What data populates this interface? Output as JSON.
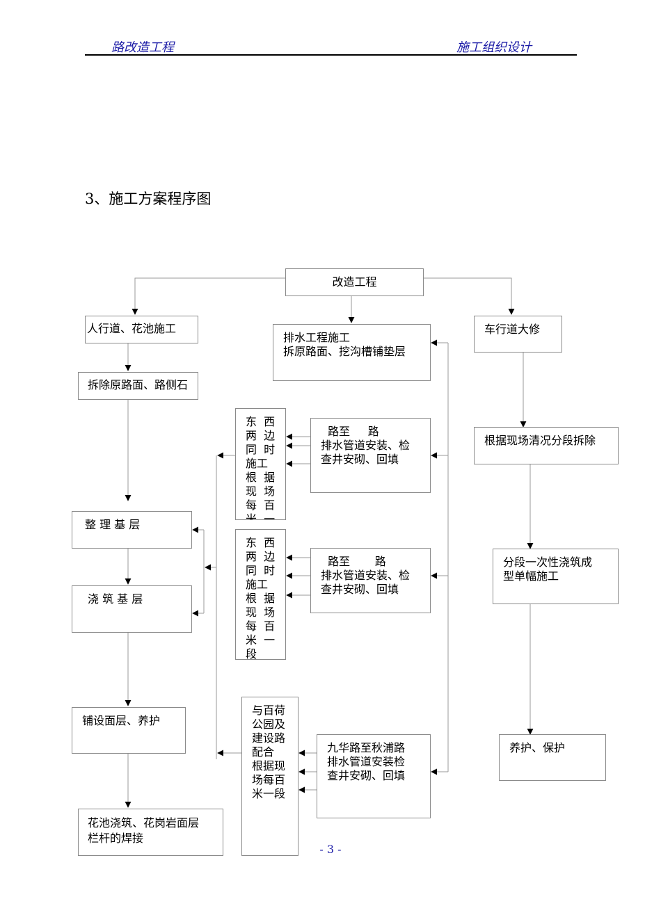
{
  "header": {
    "left": "路改造工程",
    "right": "施工组织设计"
  },
  "section_title": "3、施工方案程序图",
  "boxes": {
    "root": "改造工程",
    "sidewalk": "人行道、花池施工",
    "sidewalk_demolish": "拆除原路面、路侧石",
    "base_prep": "整 理 基 层",
    "base_pour": "浇 筑 基 层",
    "surface": "铺设面层、养护",
    "planter": "花池浇筑、花岗岩面层\n栏杆的焊接",
    "drain": "排水工程施工\n拆原路面、挖沟槽铺垫层",
    "drain_seg1": "  路至     路\n排水管道安装、检\n查井安砌、回填",
    "drain_seg2": "  路至       路\n排水管道安装、检\n查井安砌、回填",
    "drain_seg3": "九华路至秋浦路\n排水管道安装检\n查井安砌、回填",
    "ew1": "东  西\n两  边\n同  时\n施工\n根  据\n现  场\n每  百\n米  一",
    "ew2": "东  西\n两  边\n同  时\n施工\n根  据\n现  场\n每  百\n米  一\n段",
    "park": "与百荷\n公园及\n建设路\n配合\n根据现\n场每百\n米一段",
    "road": "车行道大修",
    "road_seg": "根据现场清况分段拆除",
    "road_pour": "分段一次性浇筑成\n型单幅施工",
    "road_protect": "养护、保护"
  },
  "page_number": "- 3 -"
}
